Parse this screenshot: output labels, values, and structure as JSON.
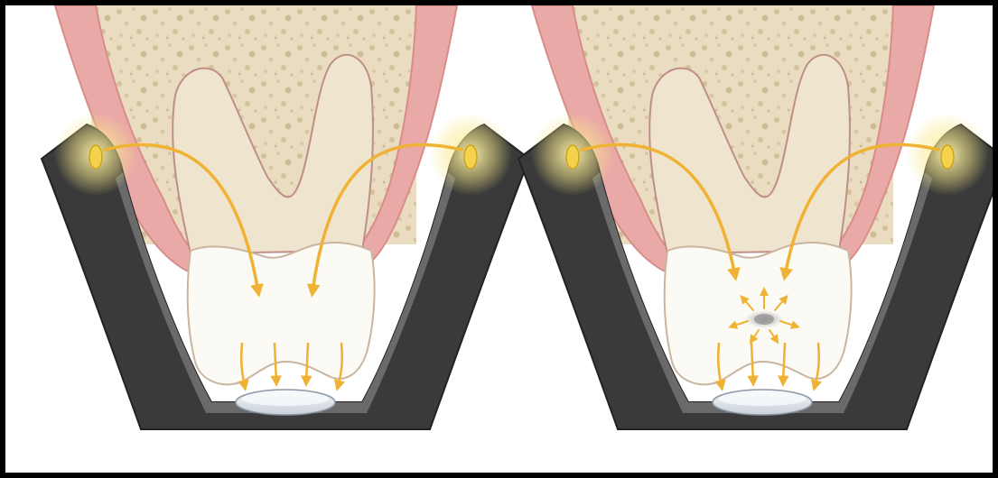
{
  "panels": [
    {
      "id": "left",
      "state": "sound",
      "lesion": false
    },
    {
      "id": "right",
      "state": "lesion",
      "lesion": true
    }
  ],
  "colors": {
    "frame": "#000000",
    "bone": "#e9dcc0",
    "bone_speckle": "#d2c19c",
    "gum": "#e9a9a6",
    "gum_dark": "#d88d89",
    "root": "#efe5cf",
    "crown": "#fbfaf5",
    "outline": "#c08e88",
    "holder_dark": "#3a3a3a",
    "holder_mid": "#6a6a6a",
    "light": "#f6e16a",
    "arrow": "#f0b232",
    "sensor": "#dde3ea",
    "lesion": "#9a9a9a"
  },
  "icons": {
    "light_source": "light-source-icon",
    "light_path": "light-path-arrow",
    "sensor": "sensor-icon",
    "lesion": "caries-lesion-icon"
  }
}
